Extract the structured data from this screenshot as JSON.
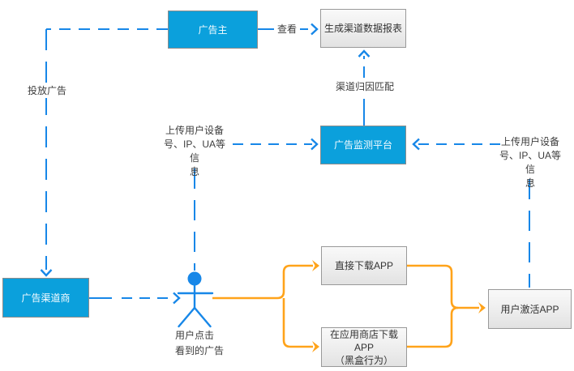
{
  "diagram": {
    "type": "flowchart",
    "colors": {
      "node_blue": "#0ba0dc",
      "node_gray_top": "#f9f9f9",
      "node_gray_bottom": "#e2e2e2",
      "node_border": "#999999",
      "line_blue": "#1787e8",
      "line_orange": "#ffa31a",
      "label_text": "#3d3d3d",
      "node_blue_text": "#f4fbff"
    },
    "nodes": {
      "advertiser": {
        "label": "广告主"
      },
      "report": {
        "label": "生成渠道数据报表"
      },
      "monitor": {
        "label": "广告监测平台"
      },
      "channel": {
        "label": "广告渠道商"
      },
      "direct_download": {
        "label": "直接下载APP"
      },
      "store_download": {
        "line1": "在应用商店下载APP",
        "line2": "（黑盒行为）"
      },
      "activate": {
        "label": "用户激活APP"
      }
    },
    "edge_labels": {
      "view": "查看",
      "place_ads": "投放广告",
      "attribution": "渠道归因匹配",
      "upload_left": [
        "上传用户设备",
        "号、IP、UA等信",
        "息"
      ],
      "upload_right": [
        "上传用户设备",
        "号、IP、UA等信",
        "息"
      ],
      "user_click": [
        "用户点击",
        "看到的广告"
      ]
    },
    "icons": {
      "user_figure": "stick-figure-person"
    }
  }
}
